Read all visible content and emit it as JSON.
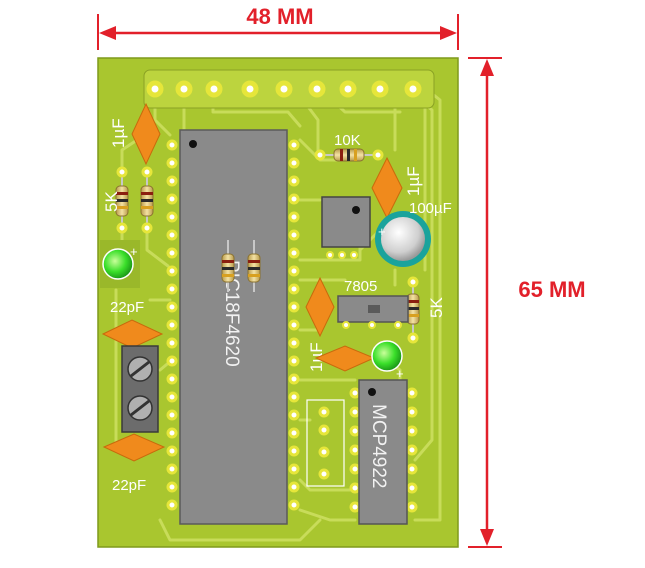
{
  "dimensions": {
    "width_label": "48 MM",
    "height_label": "65 MM"
  },
  "labels": {
    "cap_top_left": "1µF",
    "res_left": "5K",
    "cap_22pf_top": "22pF",
    "cap_22pf_bottom": "22pF",
    "res_top": "10K",
    "cap_right": "1µF",
    "cap_electrolytic": "100µF",
    "regulator": "7805",
    "res_right": "5K",
    "cap_middle": "1µF",
    "led_plus_left": "+",
    "led_plus_right": "+",
    "cap_plus": "+"
  },
  "chips": {
    "mcu": "PIC18F4620",
    "dac": "MCP4922"
  },
  "colors": {
    "board": "#a9c62f",
    "trace": "#c8dc5a",
    "pad": "#e6e63a",
    "dimension": "#e2202a",
    "chip": "#8a8a8a",
    "capacitor": "#f08a1c",
    "led": "#3adf2a"
  }
}
